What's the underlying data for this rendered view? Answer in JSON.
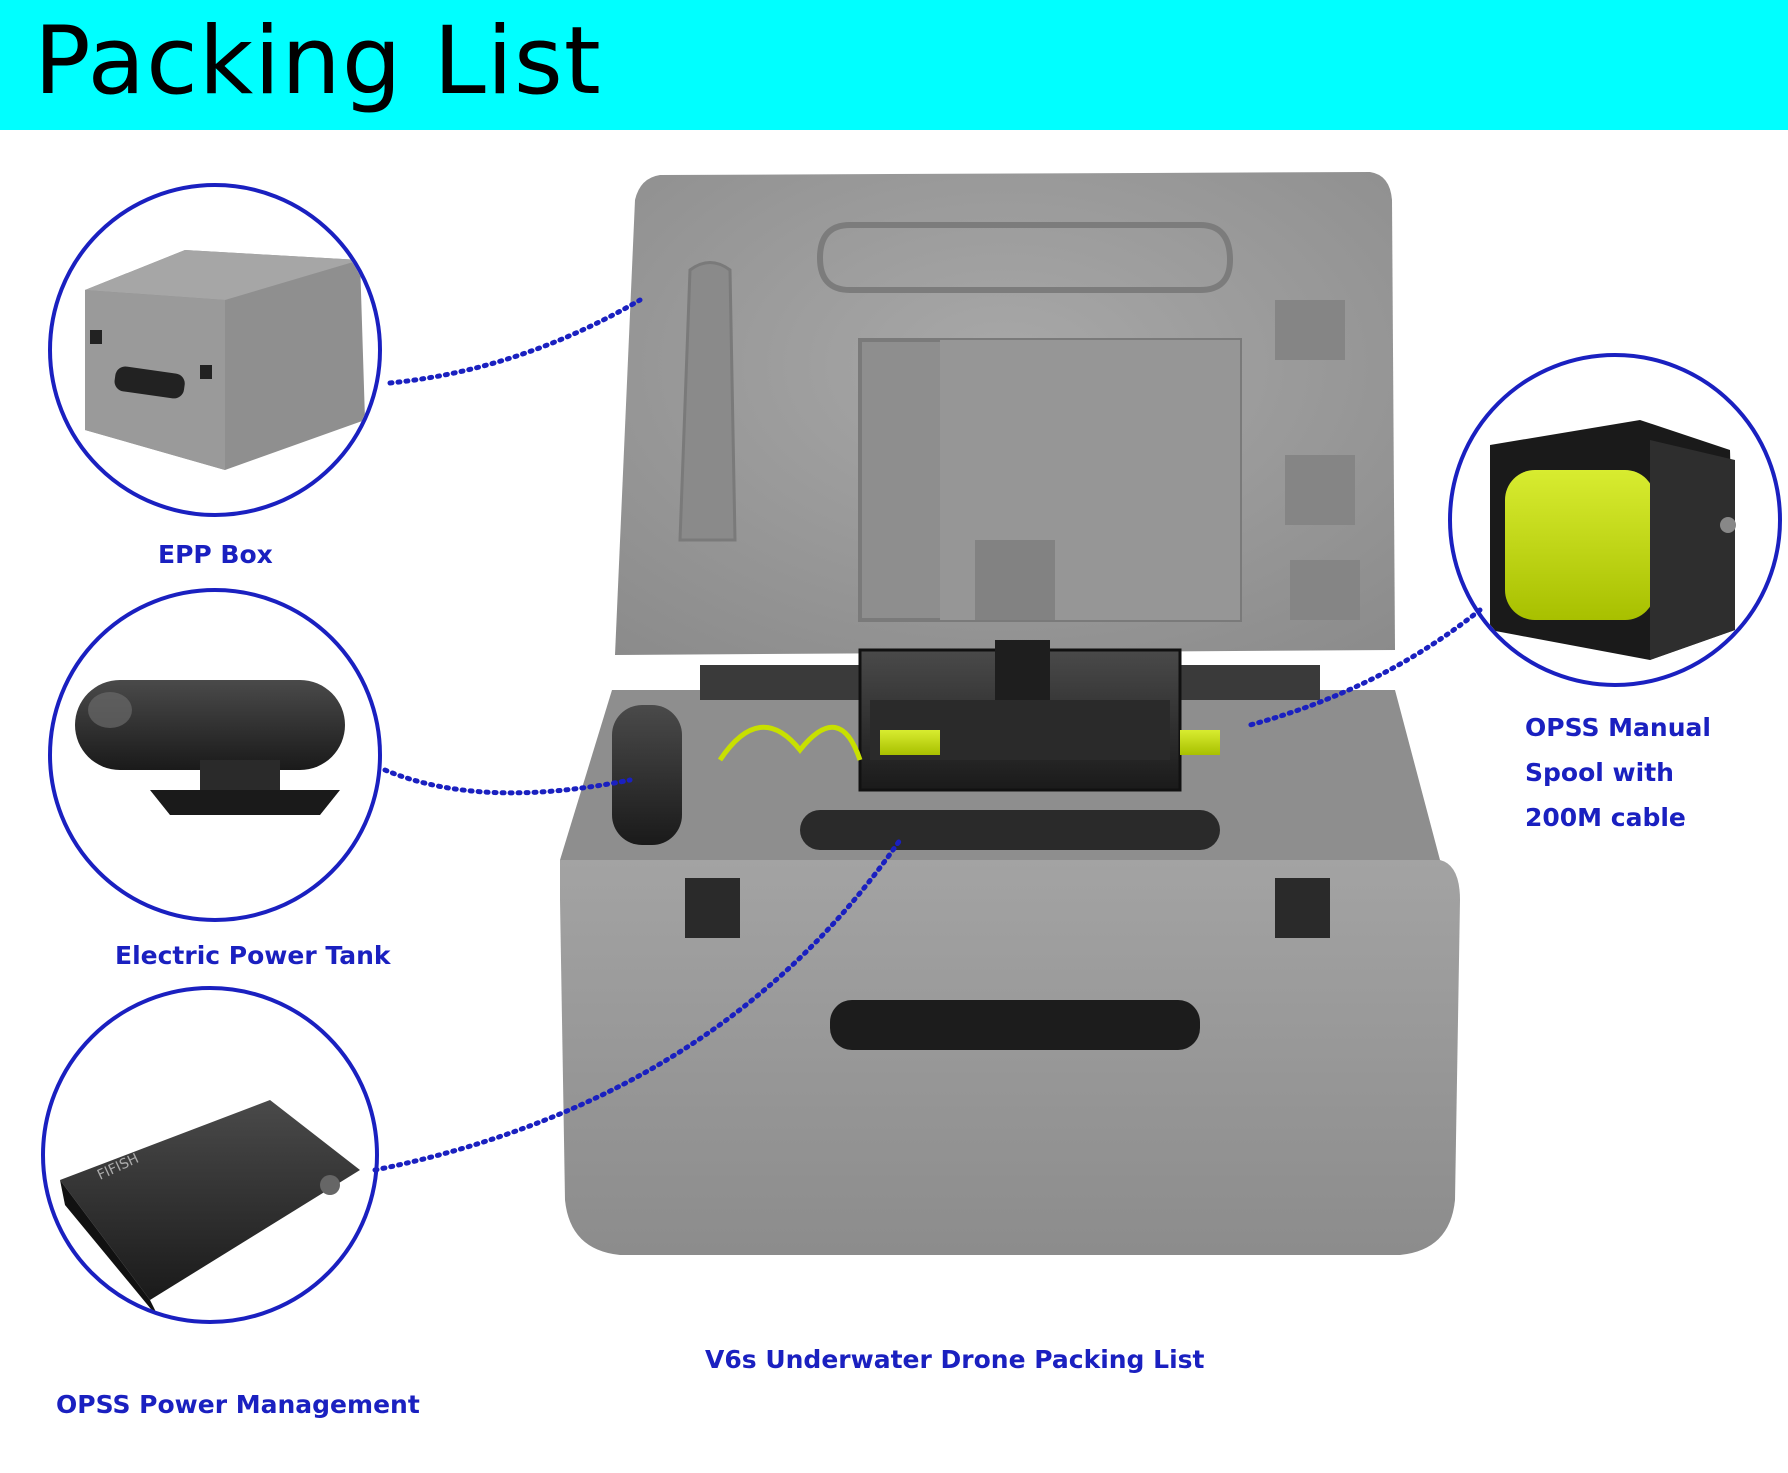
{
  "header": {
    "title": "Packing List"
  },
  "labels": {
    "epp_box": "EPP Box",
    "power_tank": "Electric Power Tank",
    "power_management": "OPSS Power Management",
    "spool_line1": "OPSS Manual",
    "spool_line2": "Spool with",
    "spool_line3": "200M cable",
    "caption": "V6s  Underwater Drone  Packing List"
  },
  "colors": {
    "header_bg": "#00ffff",
    "accent": "#1a20c0",
    "foam": "#9a9a9a",
    "cable_green": "#c8e000"
  },
  "icons": [
    "epp-box-icon",
    "power-tank-icon",
    "power-management-icon",
    "spool-icon",
    "drone-case-icon"
  ]
}
